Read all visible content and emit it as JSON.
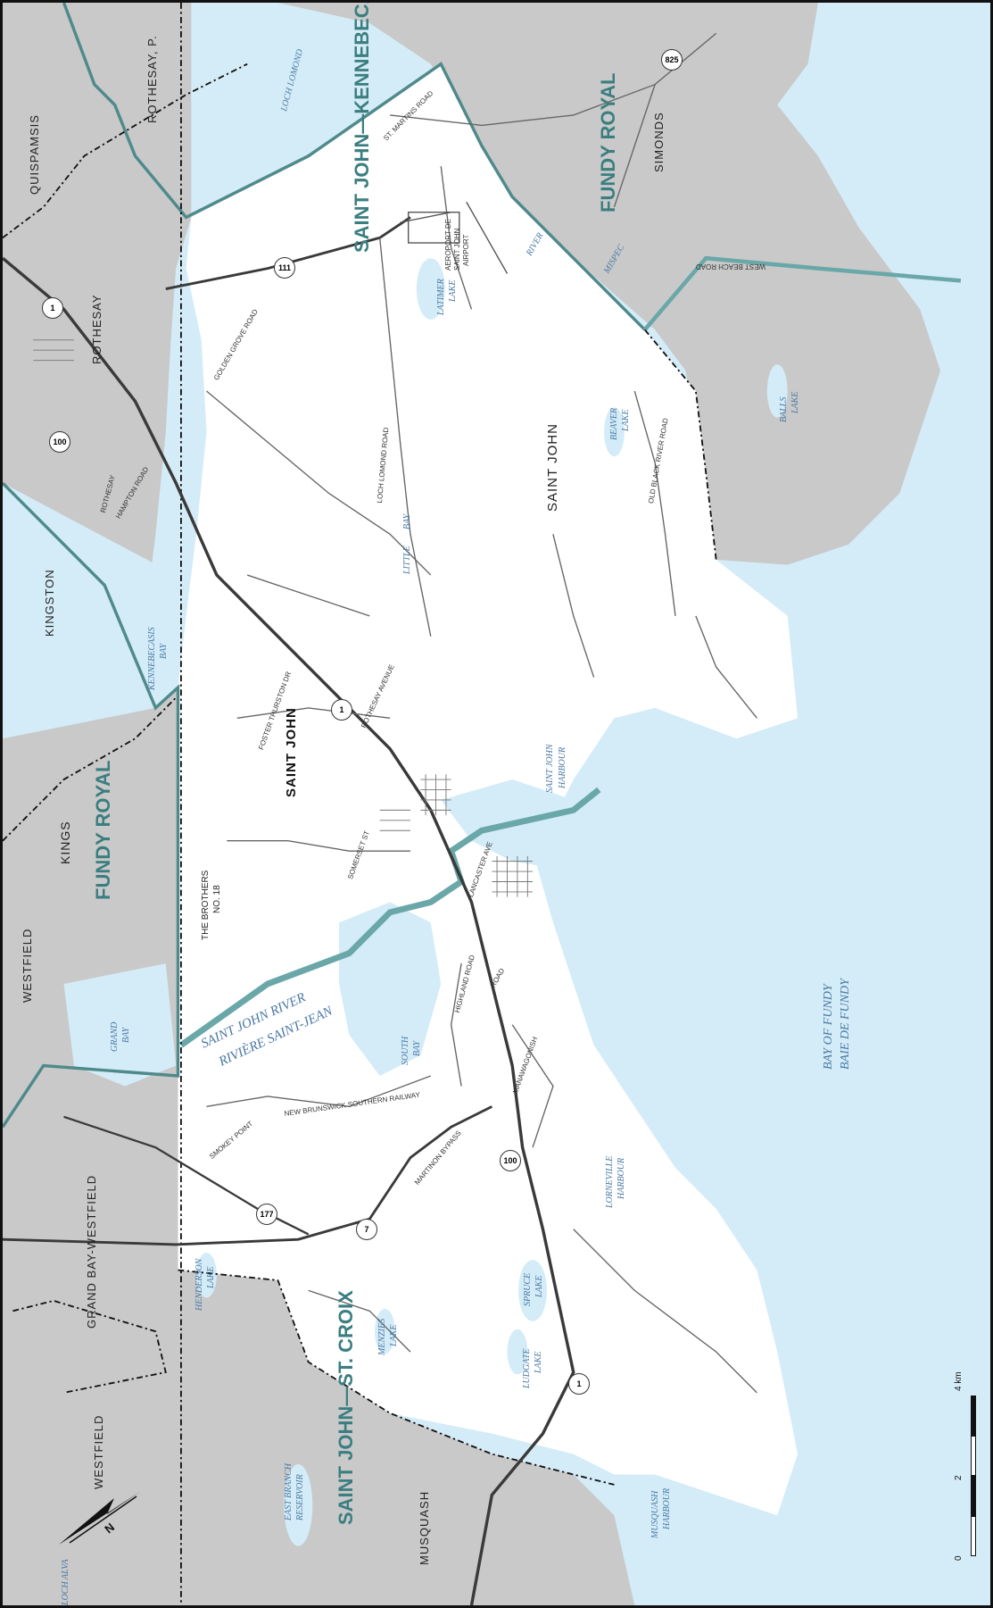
{
  "map": {
    "colors": {
      "water": "#d4ecf7",
      "riding": "#ffffff",
      "outside_land": "#c9c9c9",
      "road": "#555555",
      "highway": "#3a3a3a",
      "riding_boundary": "#4f8a8b",
      "municipal_boundary": "#111111",
      "water_label": "#4a79a5",
      "riding_label": "#3b7e80"
    },
    "ridings": [
      {
        "name": "SAINT JOHN—KENNEBECASIS"
      },
      {
        "name": "SAINT JOHN—ST. CROIX"
      },
      {
        "name": "FUNDY ROYAL"
      },
      {
        "name": "FUNDY ROYAL"
      }
    ],
    "places": [
      "SAINT JOHN",
      "SAINT JOHN",
      "ROTHESAY",
      "QUISPAMSIS",
      "ROTHESAY, P.",
      "SIMONDS",
      "KINGSTON",
      "KINGS",
      "WESTFIELD",
      "GRAND BAY-WESTFIELD",
      "WESTFIELD",
      "MUSQUASH",
      "THE BROTHERS",
      "NO. 18"
    ],
    "water_labels": [
      "BAY OF FUNDY",
      "BAIE DE FUNDY",
      "SAINT JOHN RIVER",
      "RIVIÈRE SAINT-JEAN",
      "SAINT JOHN",
      "HARBOUR",
      "KENNEBECASIS",
      "BAY",
      "GRAND",
      "BAY",
      "SOUTH",
      "BAY",
      "LORNEVILLE",
      "HARBOUR",
      "SPRUCE",
      "LAKE",
      "LUDGATE",
      "LAKE",
      "MENZIES",
      "LAKE",
      "HENDERSON",
      "LAKE",
      "EAST BRANCH",
      "RESERVOIR",
      "MUSQUASH",
      "HARBOUR",
      "LOCH LOMOND",
      "LATIMER",
      "LAKE",
      "BEAVER",
      "LAKE",
      "BALLS",
      "LAKE",
      "LOCH ALVA",
      "RIVER",
      "LITTLE",
      "BAY",
      "MISPEC"
    ],
    "road_labels": [
      "ST. MARTINS ROAD",
      "WEST BEACH ROAD",
      "OLD BLACK RIVER ROAD",
      "LOCH LOMOND ROAD",
      "GOLDEN GROVE ROAD",
      "ROTHESAY AVENUE",
      "HAMPTON ROAD",
      "FOSTER THURSTON DR",
      "MARTINON BYPASS",
      "NEW BRUNSWICK SOUTHERN RAILWAY",
      "HIGHLAND ROAD",
      "SMOKEY POINT",
      "ROAD",
      "MANAWAGONISH",
      "SOMERSET ST",
      "LANCASTER AVE",
      "ROTHESAY"
    ],
    "airport_label": [
      "AEROPORT DE",
      "SAINT JOHN",
      "AIRPORT"
    ],
    "route_shields": [
      "825",
      "111",
      "1",
      "100",
      "1",
      "100",
      "177",
      "7",
      "1"
    ],
    "scale_bar": {
      "unit": "4 km",
      "ticks": [
        "0",
        "2",
        "4 km"
      ]
    },
    "north_arrow": {
      "label": "N"
    }
  }
}
